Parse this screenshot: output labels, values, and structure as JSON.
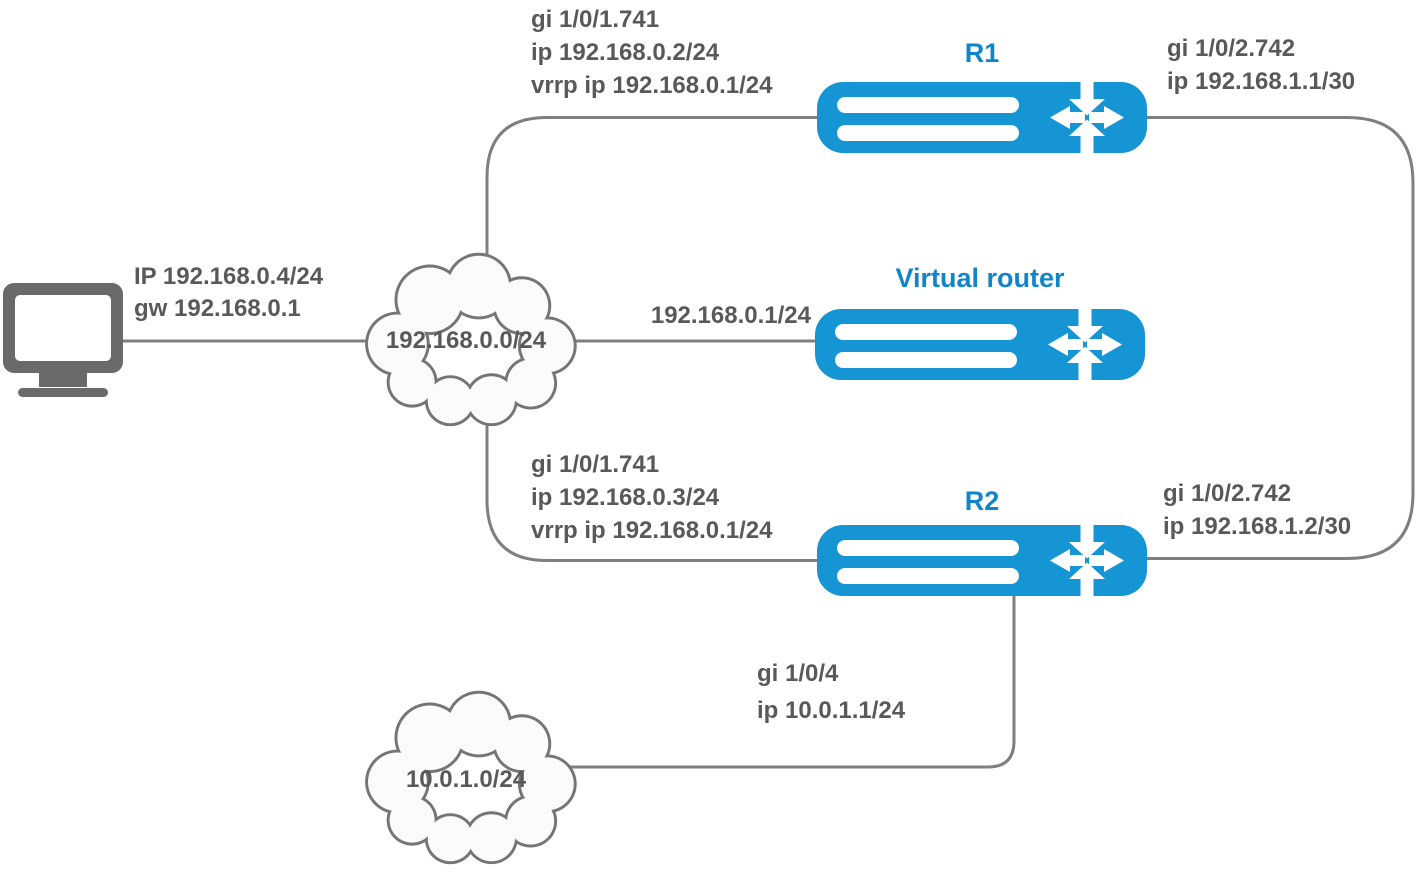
{
  "diagram_type": "vrrp-network-topology",
  "colors": {
    "router_blue": "#1695D5",
    "title_blue": "#1284C8",
    "label_gray": "#595959",
    "line_gray": "#7F7F7F",
    "device_gray": "#6A6A6A",
    "cloud_fill": "#FBFBFB",
    "cloud_stroke": "#757575"
  },
  "icons": {
    "router": "router-cross-arrows-icon",
    "cloud": "network-cloud-icon",
    "pc": "workstation-monitor-icon"
  },
  "nodes": {
    "pc": {
      "ip_label": "IP 192.168.0.4/24",
      "gw_label": "gw 192.168.0.1"
    },
    "lan_cloud": {
      "label": "192.168.0.0/24"
    },
    "remote_cloud": {
      "label": "10.0.1.0/24"
    },
    "r1": {
      "title": "R1",
      "left_iface": [
        "gi 1/0/1.741",
        "ip 192.168.0.2/24",
        "vrrp ip 192.168.0.1/24"
      ],
      "right_iface": [
        "gi 1/0/2.742",
        "ip 192.168.1.1/30"
      ]
    },
    "virtual_router": {
      "title": "Virtual router",
      "iface": "192.168.0.1/24"
    },
    "r2": {
      "title": "R2",
      "left_iface": [
        "gi 1/0/1.741",
        "ip 192.168.0.3/24",
        "vrrp ip 192.168.0.1/24"
      ],
      "right_iface": [
        "gi 1/0/2.742",
        "ip 192.168.1.2/30"
      ],
      "bottom_iface": [
        "gi 1/0/4",
        "ip 10.0.1.1/24"
      ]
    }
  }
}
